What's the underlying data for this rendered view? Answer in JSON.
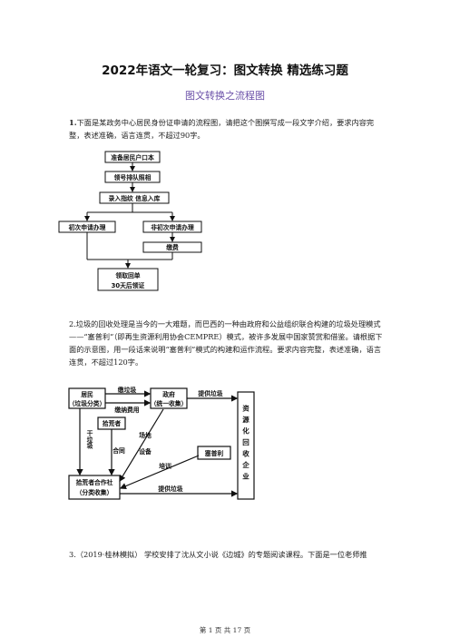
{
  "doc": {
    "title": "2022年语文一轮复习：图文转换 精选练习题",
    "subtitle": "图文转换之流程图",
    "footer": "第 1 页 共 17 页"
  },
  "q1": {
    "number": "1.",
    "text": "下面是某政务中心居民身份证申请的流程图，请把这个图撰写成一段文字介绍，要求内容完整，表述准确，语言连贯，不超过90字。",
    "flow": {
      "step1": "准备居民户口本",
      "step2": "领号排队照相",
      "step3": "录入指纹 信息入库",
      "branch_first": "初次申请办理",
      "branch_non_first": "非初次申请办理",
      "fee": "缴费",
      "final_line1": "领取回单",
      "final_line2": "30天后领证"
    }
  },
  "q2": {
    "text": "2.垃圾的回收处理是当今的一大难题，而巴西的一种由政府和公益组织联合构建的垃圾处理模式——“塞普利”（即再生资源利用协会CEMPRE）模式，被许多发展中国家赞赏和借鉴。请根据下面的示意图，用一段话来说明“塞普利”模式的构建和运作流程。要求内容完整，表述准确，语言连贯，不超过120字。",
    "diagram": {
      "resident_line1": "居民",
      "resident_line2": "（垃圾分类）",
      "gov_line1": "政府",
      "gov_line2": "（统一收集）",
      "picker": "拾荒者",
      "cempre": "塞普利",
      "coop_line1": "拾荒者合作社",
      "coop_line2": "（分类收集）",
      "enterprise": "资源化回收企业",
      "lbl_deliver_trash": "缴垃圾",
      "lbl_pay_fee": "缴纳费用",
      "lbl_provide_trash_top": "提供垃圾",
      "lbl_dry_trash": "干垃圾",
      "lbl_contract": "合同",
      "lbl_site": "场地",
      "lbl_equipment": "设备",
      "lbl_training": "培训",
      "lbl_provide_trash_bottom": "提供垃圾"
    }
  },
  "q3": {
    "text": "3.（2019·桂林模拟） 学校安排了沈从文小说《边城》的专题阅读课程。下面是一位老师推"
  }
}
